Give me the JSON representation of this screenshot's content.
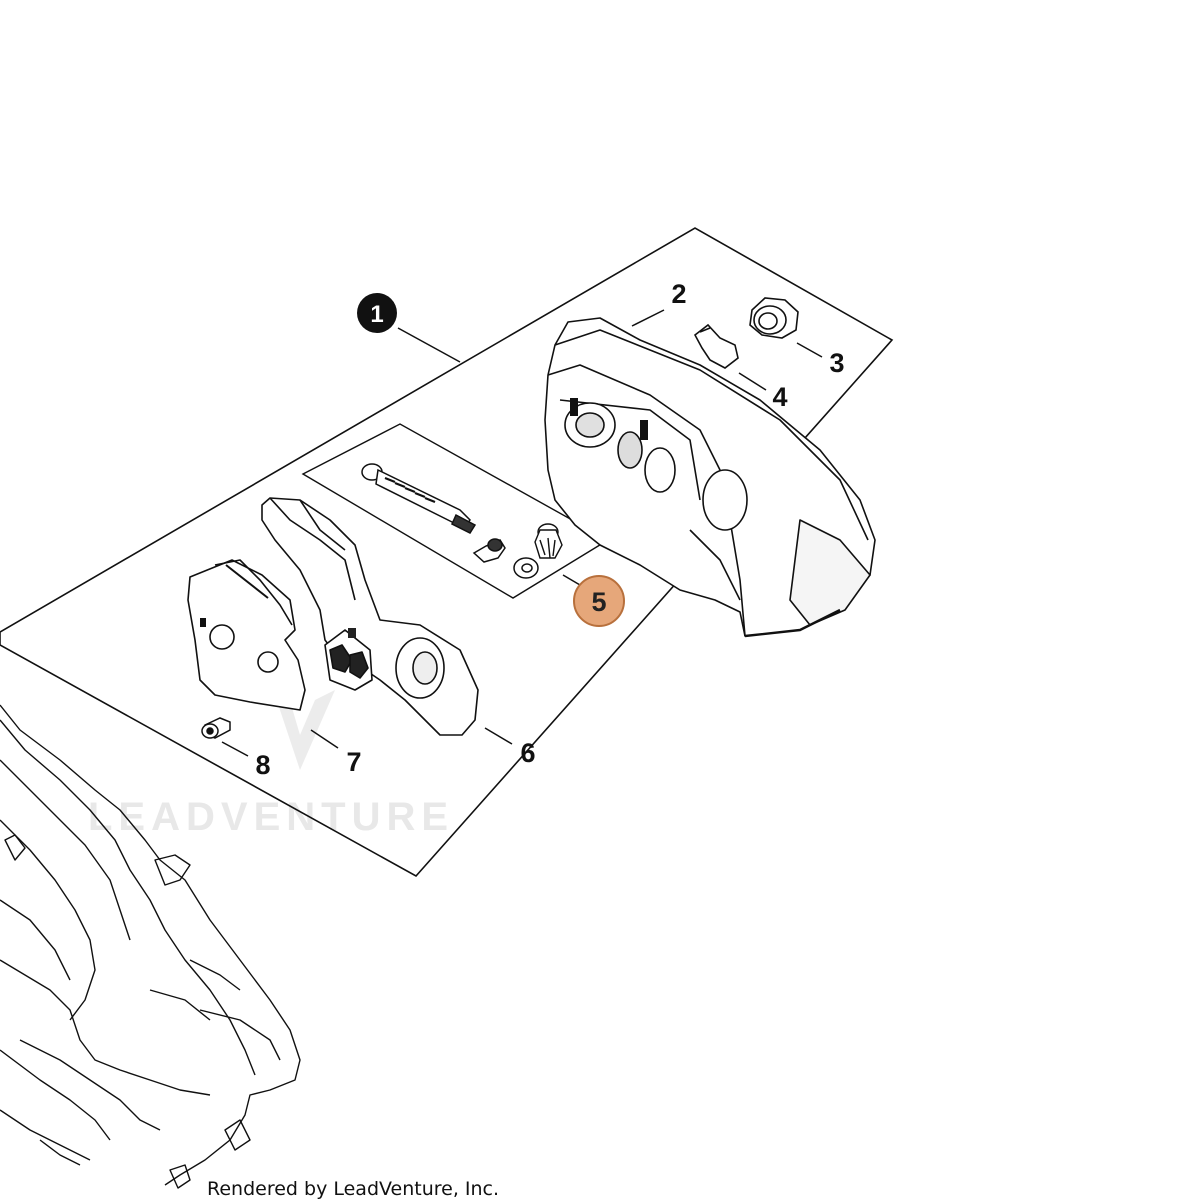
{
  "diagram": {
    "callouts": {
      "assembly": "1",
      "part_2": "2",
      "part_3": "3",
      "part_4": "4",
      "part_5": "5",
      "part_6": "6",
      "part_7": "7",
      "part_8": "8"
    },
    "highlighted_callout": "5",
    "colors": {
      "highlight_fill": "#e6a77a",
      "highlight_stroke": "#b8703c",
      "line": "#111111",
      "watermark": "#e8e8e8"
    }
  },
  "watermark": {
    "text": "LEADVENTURE"
  },
  "footer": {
    "credit": "Rendered by LeadVenture, Inc."
  }
}
